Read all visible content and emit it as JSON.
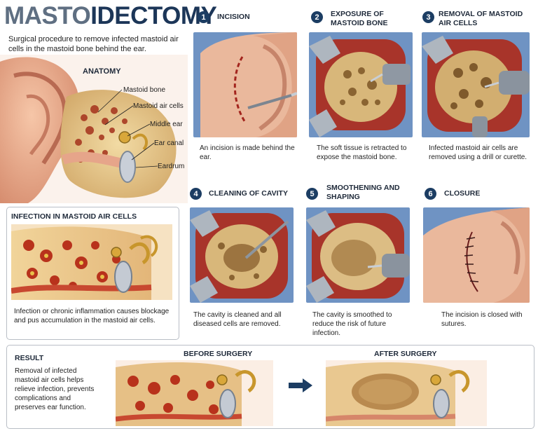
{
  "title": {
    "part1": "MASTO",
    "part2": "IDECTOMY"
  },
  "subtitle": "Surgical procedure to remove infected mastoid air cells in the mastoid bone behind the ear.",
  "anatomy": {
    "title": "ANATOMY",
    "labels": [
      "Mastoid bone",
      "Mastoid air cells",
      "Middle ear",
      "Ear canal",
      "Eardrum"
    ]
  },
  "infection": {
    "title": "INFECTION IN MASTOID AIR CELLS",
    "caption": "Infection or chronic inflammation causes blockage and pus accumulation in the mastoid air cells."
  },
  "steps": [
    {
      "number": "1",
      "title": "INCISION",
      "caption": "An incision is made behind the ear."
    },
    {
      "number": "2",
      "title": "EXPOSURE OF MASTOID BONE",
      "caption": "The soft tissue is retracted to expose the mastoid bone."
    },
    {
      "number": "3",
      "title": "REMOVAL OF MASTOID AIR CELLS",
      "caption": "Infected mastoid air cells are removed using a drill or curette."
    },
    {
      "number": "4",
      "title": "CLEANING OF CAVITY",
      "caption": "The cavity is cleaned and all diseased cells are removed."
    },
    {
      "number": "5",
      "title": "SMOOTHENING AND SHAPING",
      "caption": "The cavity is smoothed to reduce the risk of future infection."
    },
    {
      "number": "6",
      "title": "CLOSURE",
      "caption": "The incision is closed with sutures."
    }
  ],
  "result": {
    "title": "RESULT",
    "text": "Removal of infected mastoid air cells helps relieve infection, prevents complications and preserves ear function.",
    "before": "BEFORE SURGERY",
    "after": "AFTER SURGERY"
  },
  "colors": {
    "badge": "#1c3d63",
    "drape": "#6f93c3",
    "bone": "#d8b77a",
    "tissue": "#b84030"
  }
}
